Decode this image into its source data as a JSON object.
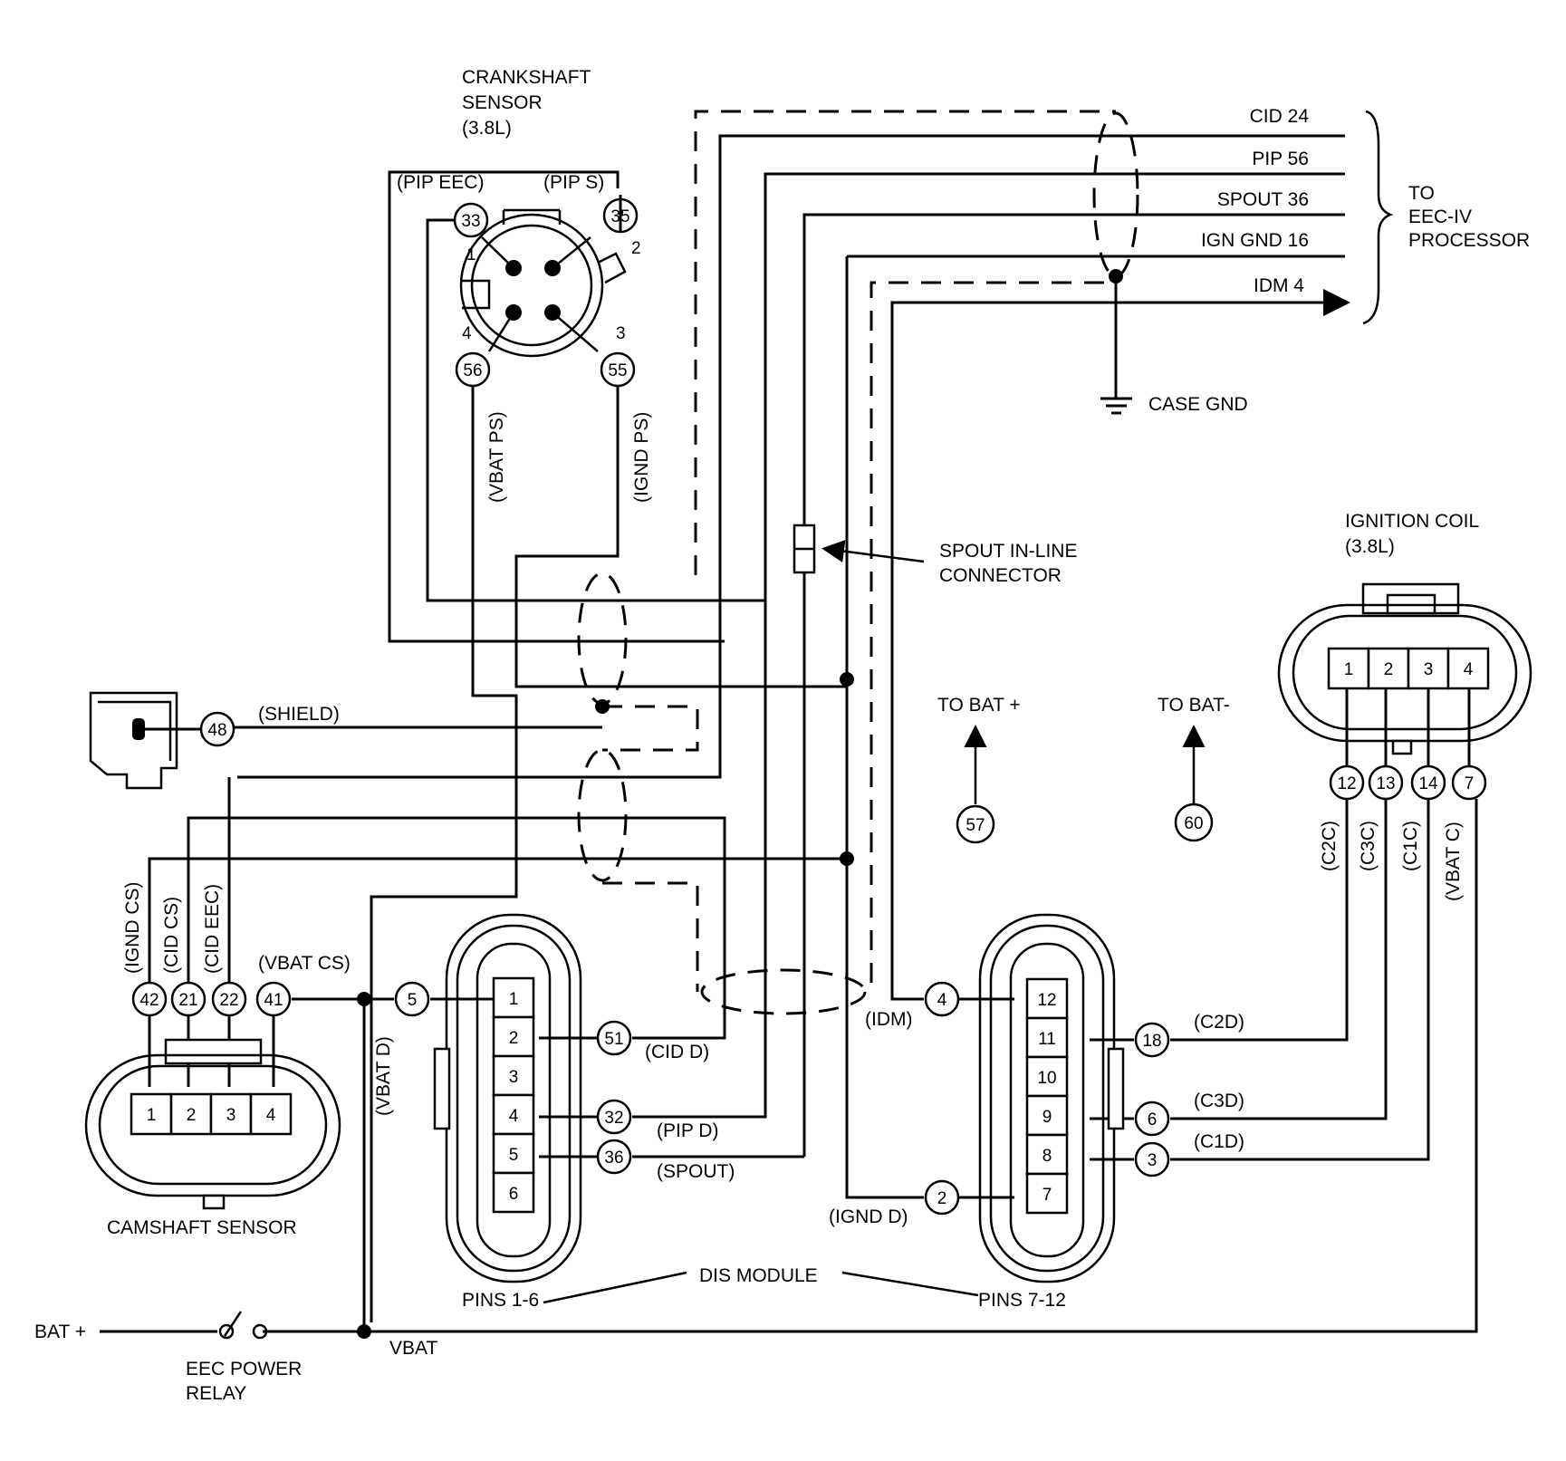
{
  "labels": {
    "crankshaft_title": [
      "CRANKSHAFT",
      "SENSOR",
      "(3.8L)"
    ],
    "pip_eec": "(PIP EEC)",
    "pip_s": "(PIP S)",
    "vbat_ps": "(VBAT PS)",
    "ignd_ps": "(IGND PS)",
    "to_eec": [
      "TO",
      "EEC-IV",
      "PROCESSOR"
    ],
    "case_gnd": "CASE GND",
    "spout_inline": [
      "SPOUT IN-LINE",
      "CONNECTOR"
    ],
    "ignition_coil": [
      "IGNITION COIL",
      "(3.8L)"
    ],
    "shield": "(SHIELD)",
    "to_bat_plus": "TO  BAT +",
    "to_bat_minus": "TO BAT-",
    "camshaft_sensor": "CAMSHAFT SENSOR",
    "vbat_cs": "(VBAT CS)",
    "ignd_cs": "(IGND CS)",
    "cid_cs": "(CID CS)",
    "cid_eec": "(CID EEC)",
    "vbat_d": "(VBAT D)",
    "cid_d": "(CID D)",
    "pip_d": "(PIP D)",
    "spout": "(SPOUT)",
    "idm": "(IDM)",
    "ignd_d": "(IGND D)",
    "c2d": "(C2D)",
    "c3d": "(C3D)",
    "c1d": "(C1D)",
    "c2c": "(C2C)",
    "c3c": "(C3C)",
    "c1c": "(C1C)",
    "vbat_c": "(VBAT C)",
    "dis_module": "DIS MODULE",
    "pins_1_6": "PINS 1-6",
    "pins_7_12": "PINS 7-12",
    "bat_plus": "BAT +",
    "vbat": "VBAT",
    "eec_relay": [
      "EEC POWER",
      "RELAY"
    ]
  },
  "eec_outputs": [
    "CID 24",
    "PIP 56",
    "SPOUT 36",
    "IGN GND 16",
    "IDM 4"
  ],
  "nodes": {
    "n33": "33",
    "n35": "35",
    "n56": "56",
    "n55": "55",
    "n48": "48",
    "n57": "57",
    "n60": "60",
    "n42": "42",
    "n21": "21",
    "n22": "22",
    "n41": "41",
    "n5": "5",
    "n51": "51",
    "n32": "32",
    "n36": "36",
    "n4": "4",
    "n2": "2",
    "n18": "18",
    "n6": "6",
    "n3": "3",
    "n12": "12",
    "n13": "13",
    "n14": "14",
    "n7": "7"
  },
  "crank_pins": [
    "1",
    "2",
    "3",
    "4"
  ],
  "cam_pins": [
    "1",
    "2",
    "3",
    "4"
  ],
  "coil_pins": [
    "1",
    "2",
    "3",
    "4"
  ],
  "dis_pins_left": [
    "1",
    "2",
    "3",
    "4",
    "5",
    "6"
  ],
  "dis_pins_right": [
    "12",
    "11",
    "10",
    "9",
    "8",
    "7"
  ]
}
